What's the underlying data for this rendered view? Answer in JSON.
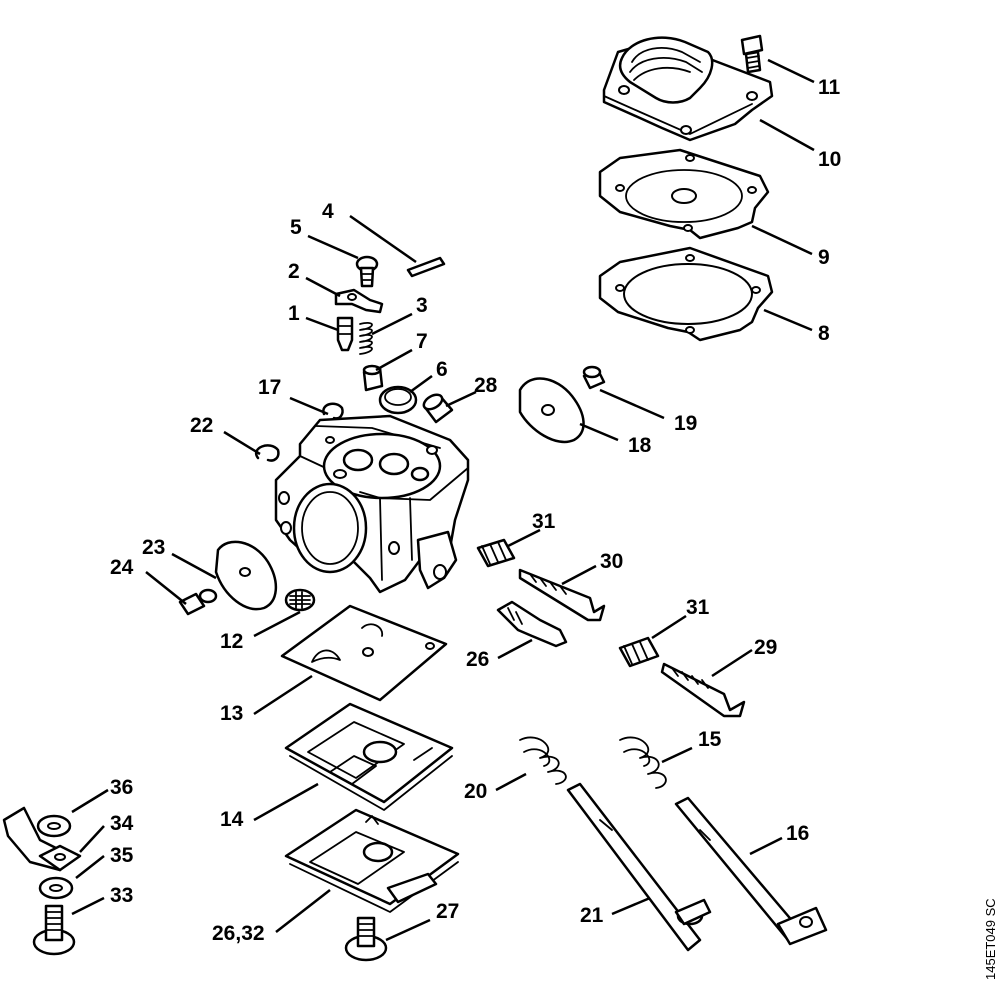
{
  "diagram": {
    "reference_code": "145ET049 SC",
    "callouts": [
      {
        "id": "c1",
        "text": "1"
      },
      {
        "id": "c2",
        "text": "2"
      },
      {
        "id": "c3",
        "text": "3"
      },
      {
        "id": "c4",
        "text": "4"
      },
      {
        "id": "c5",
        "text": "5"
      },
      {
        "id": "c6",
        "text": "6"
      },
      {
        "id": "c7",
        "text": "7"
      },
      {
        "id": "c8",
        "text": "8"
      },
      {
        "id": "c9",
        "text": "9"
      },
      {
        "id": "c10",
        "text": "10"
      },
      {
        "id": "c11",
        "text": "11"
      },
      {
        "id": "c12",
        "text": "12"
      },
      {
        "id": "c13",
        "text": "13"
      },
      {
        "id": "c14",
        "text": "14"
      },
      {
        "id": "c15",
        "text": "15"
      },
      {
        "id": "c16",
        "text": "16"
      },
      {
        "id": "c17",
        "text": "17"
      },
      {
        "id": "c18",
        "text": "18"
      },
      {
        "id": "c19",
        "text": "19"
      },
      {
        "id": "c20",
        "text": "20"
      },
      {
        "id": "c21",
        "text": "21"
      },
      {
        "id": "c22",
        "text": "22"
      },
      {
        "id": "c23",
        "text": "23"
      },
      {
        "id": "c24",
        "text": "24"
      },
      {
        "id": "c26",
        "text": "26"
      },
      {
        "id": "c26_32",
        "text": "26,32"
      },
      {
        "id": "c27",
        "text": "27"
      },
      {
        "id": "c28",
        "text": "28"
      },
      {
        "id": "c29",
        "text": "29"
      },
      {
        "id": "c30",
        "text": "30"
      },
      {
        "id": "c31a",
        "text": "31"
      },
      {
        "id": "c31b",
        "text": "31"
      },
      {
        "id": "c33",
        "text": "33"
      },
      {
        "id": "c34",
        "text": "34"
      },
      {
        "id": "c35",
        "text": "35"
      },
      {
        "id": "c36",
        "text": "36"
      }
    ]
  }
}
